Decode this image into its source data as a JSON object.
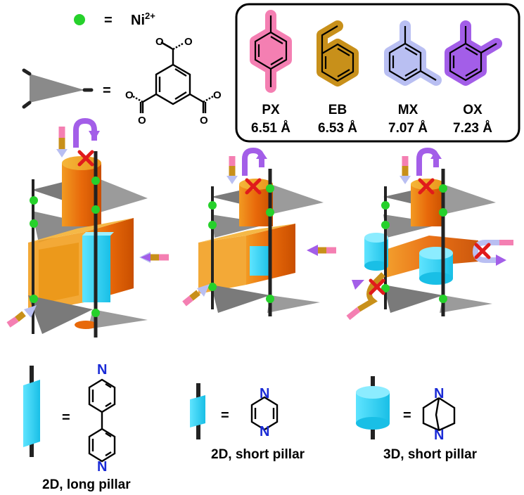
{
  "legend": {
    "ion_symbol": "Ni",
    "ion_charge": "2+",
    "equals": "="
  },
  "isomers": [
    {
      "abbr": "PX",
      "size": "6.51 Å",
      "color": "#f47fb2"
    },
    {
      "abbr": "EB",
      "size": "6.53 Å",
      "color": "#c8901a"
    },
    {
      "abbr": "MX",
      "size": "7.07 Å",
      "color": "#b9bff2"
    },
    {
      "abbr": "OX",
      "size": "7.23 Å",
      "color": "#a35ee8"
    }
  ],
  "pillars": {
    "long_2d": "2D, long pillar",
    "short_2d": "2D, short pillar",
    "short_3d": "3D, short pillar",
    "nitrogen": "N"
  },
  "oxygen": "O",
  "colors": {
    "node": "#26d12b",
    "linker_gray": "#8a8a8a",
    "pillar_cyan": "#22d0f2",
    "channel_orange": "#e8690a",
    "blocked_red": "#e01b1b"
  }
}
